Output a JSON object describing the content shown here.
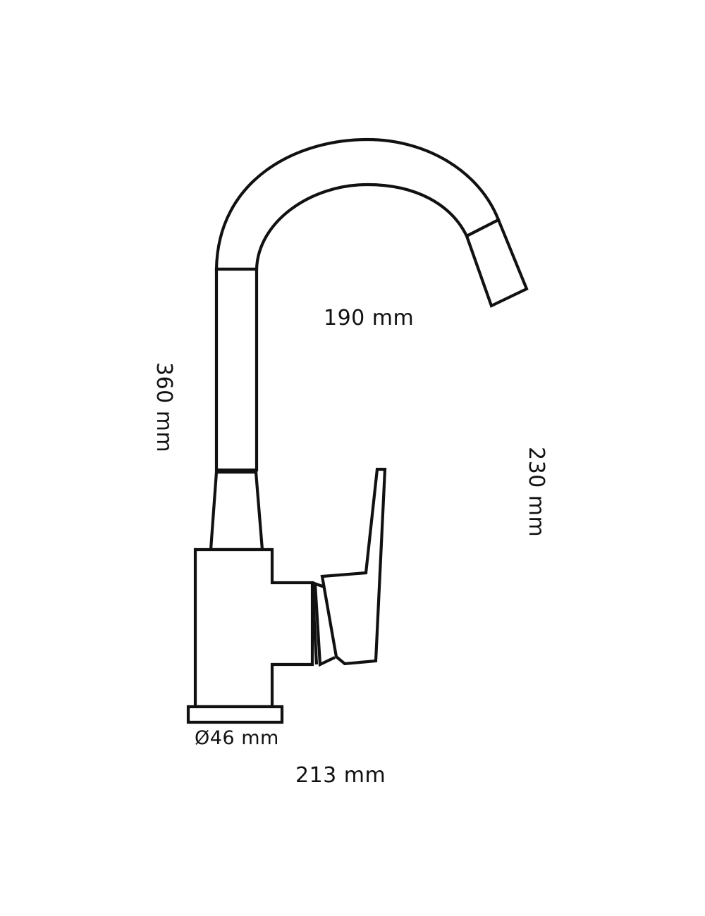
{
  "diagram": {
    "subject": "Single-lever kitchen faucet with swivel spout",
    "line_color": "#111111",
    "background": "#ffffff",
    "parts": [
      "spout-arc",
      "spout-tip",
      "riser-upper",
      "riser-tapered-collar",
      "body",
      "lever-handle",
      "base-plate"
    ]
  },
  "dimensions": {
    "spout_reach": "190 mm",
    "total_height": "360 mm",
    "spout_height": "230 mm",
    "base_diameter": "Ø46 mm",
    "total_depth": "213 mm"
  }
}
